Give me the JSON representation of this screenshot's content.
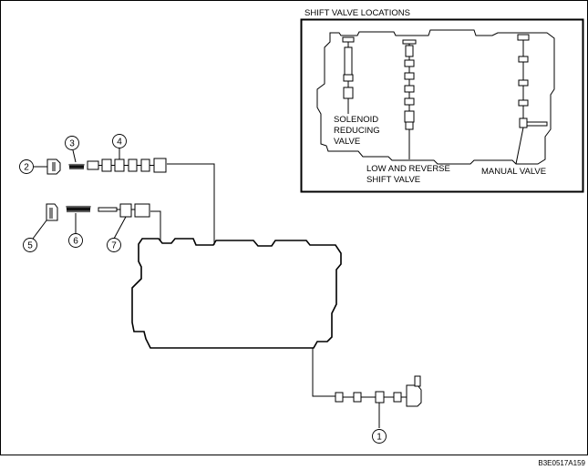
{
  "inset": {
    "title": "SHIFT VALVE LOCATIONS",
    "labels": {
      "solenoid_line1": "SOLENOID",
      "solenoid_line2": "REDUCING",
      "solenoid_line3": "VALVE",
      "lowrev_line1": "LOW AND REVERSE",
      "lowrev_line2": "SHIFT VALVE",
      "manual": "MANUAL VALVE"
    }
  },
  "callouts": {
    "c1": "1",
    "c2": "2",
    "c3": "3",
    "c4": "4",
    "c5": "5",
    "c6": "6",
    "c7": "7"
  },
  "figure_code": "B3E0517A159"
}
